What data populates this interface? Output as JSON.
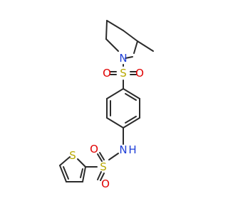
{
  "molecule": {
    "atoms": {
      "piperidine_n": "N",
      "sulfonyl_s_top": "S",
      "sulfonyl_o_top_left": "O",
      "sulfonyl_o_top_right": "O",
      "amide_nh": "N",
      "amide_h": "H",
      "sulfonyl_s_bottom": "S",
      "sulfonyl_o_bottom_left": "O",
      "sulfonyl_o_bottom_right": "O",
      "thiophene_s": "S"
    },
    "colors": {
      "bond": "#2b2b2b",
      "nitrogen": "#2040d8",
      "sulfur": "#b8a800",
      "oxygen": "#e00000"
    }
  }
}
